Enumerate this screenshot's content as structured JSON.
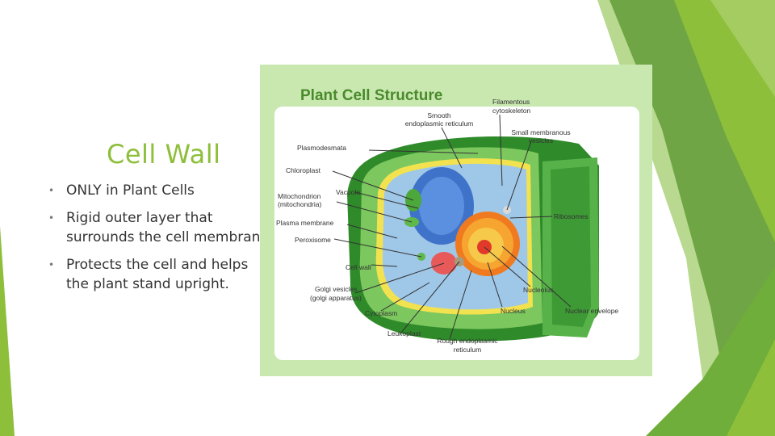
{
  "slide": {
    "title": "Cell Wall",
    "bullets": [
      {
        "line1": "ONLY in Plant Cells",
        "line2": ""
      },
      {
        "line1": "Rigid outer layer that",
        "line2": "surrounds the cell membrane."
      },
      {
        "line1": "Protects the cell and helps",
        "line2": "the plant stand upright."
      }
    ],
    "bullet_glyph": "•"
  },
  "diagram": {
    "title": "Plant Cell Structure",
    "labels": {
      "filamentous_1": "Filamentous",
      "filamentous_2": "cytoskeleton",
      "smooth_er_1": "Smooth",
      "smooth_er_2": "endoplasmic reticulum",
      "small_vesicles_1": "Small membranous",
      "small_vesicles_2": "vesicles",
      "plasmodesmata": "Plasmodesmata",
      "chloroplast": "Chloroplast",
      "vacuole": "Vacuole",
      "mitochondrion_1": "Mitochondrion",
      "mitochondrion_2": "(mitochondria)",
      "plasma_membrane": "Plasma membrane",
      "peroxisome": "Peroxisome",
      "ribosomes": "Ribosomes",
      "cell_wall": "Cell wall",
      "golgi_1": "Golgi vesicles",
      "golgi_2": "(golgi apparatus)",
      "cytoplasm": "Cytoplasm",
      "nucleolus": "Nucleolus",
      "nucleus": "Nucleus",
      "nuclear_envelope": "Nuclear envelope",
      "leukoplast": "Leukoplast",
      "rough_er_1": "Rough endoplasmic",
      "rough_er_2": "reticulum"
    }
  },
  "colors": {
    "accent": "#8dbf3a",
    "frame": "#c9e8b0",
    "wall": "#3f9c2f",
    "cytoplasm": "#9fc7e8",
    "nucleus": "#f07a20"
  }
}
